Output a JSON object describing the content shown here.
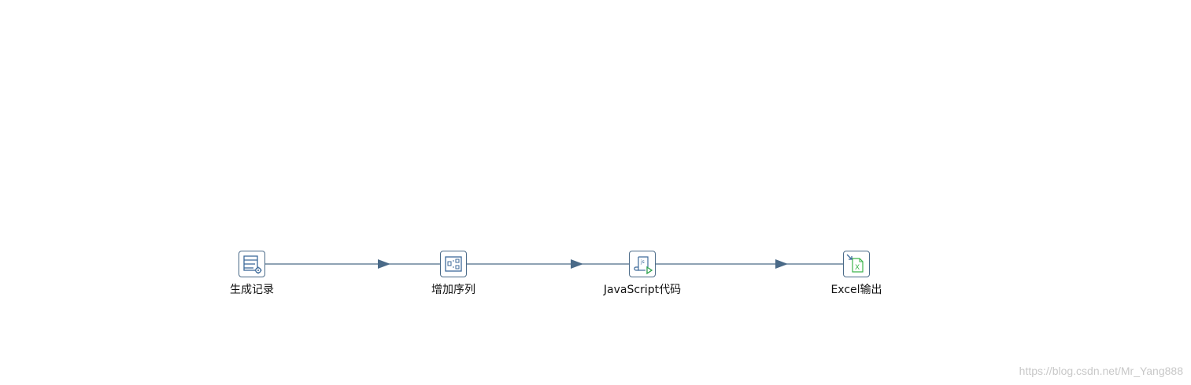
{
  "colors": {
    "hop_line": "#4a6a88",
    "icon_stroke": "#3d6a9a",
    "excel_green": "#3cb44b",
    "run_arrow": "#2aa04a"
  },
  "steps": [
    {
      "label": "生成记录",
      "icon": "generate-rows-icon"
    },
    {
      "label": "增加序列",
      "icon": "add-sequence-icon"
    },
    {
      "label": "JavaScript代码",
      "icon": "javascript-script-icon"
    },
    {
      "label": "Excel输出",
      "icon": "excel-output-icon"
    }
  ],
  "watermark": "https://blog.csdn.net/Mr_Yang888"
}
